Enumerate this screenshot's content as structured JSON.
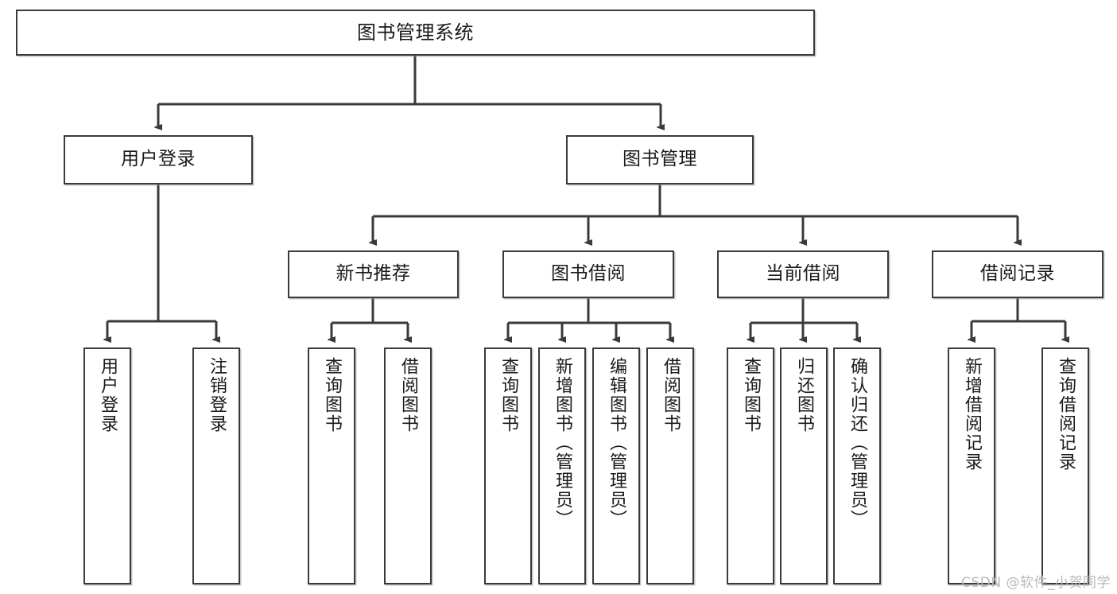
{
  "diagram": {
    "title": "图书管理系统",
    "type": "tree-hierarchy",
    "orientation": "top-down",
    "style": {
      "box_border_color": "#3a3a3a",
      "box_fill_color": "#ffffff",
      "edge_color": "#3a3a3a",
      "background": "#ffffff",
      "text_color": "#1a1a1a"
    },
    "nodes": {
      "root": {
        "label": "图书管理系统"
      },
      "level2": [
        {
          "id": "user-login",
          "label": "用户登录"
        },
        {
          "id": "book-manage",
          "label": "图书管理"
        }
      ],
      "level3": [
        {
          "id": "new-book-rec",
          "label": "新书推荐"
        },
        {
          "id": "book-borrow",
          "label": "图书借阅"
        },
        {
          "id": "current-borrow",
          "label": "当前借阅"
        },
        {
          "id": "borrow-record",
          "label": "借阅记录"
        }
      ],
      "leaves": {
        "user-login": [
          {
            "id": "leaf-user-login",
            "label": "用户登录"
          },
          {
            "id": "leaf-user-logout",
            "label": "注销登录"
          }
        ],
        "new-book-rec": [
          {
            "id": "leaf-query-book-1",
            "label": "查询图书"
          },
          {
            "id": "leaf-borrow-book-1",
            "label": "借阅图书"
          }
        ],
        "book-borrow": [
          {
            "id": "leaf-query-book-2",
            "label": "查询图书"
          },
          {
            "id": "leaf-add-book",
            "label": "新增图书（管理员）"
          },
          {
            "id": "leaf-edit-book",
            "label": "编辑图书（管理员）"
          },
          {
            "id": "leaf-borrow-book-2",
            "label": "借阅图书"
          }
        ],
        "current-borrow": [
          {
            "id": "leaf-query-book-3",
            "label": "查询图书"
          },
          {
            "id": "leaf-return-book",
            "label": "归还图书"
          },
          {
            "id": "leaf-confirm-return",
            "label": "确认归还（管理员）"
          }
        ],
        "borrow-record": [
          {
            "id": "leaf-add-record",
            "label": "新增借阅记录"
          },
          {
            "id": "leaf-query-record",
            "label": "查询借阅记录"
          }
        ]
      }
    }
  },
  "watermark": {
    "text": "CSDN @软件_小贺同学"
  }
}
